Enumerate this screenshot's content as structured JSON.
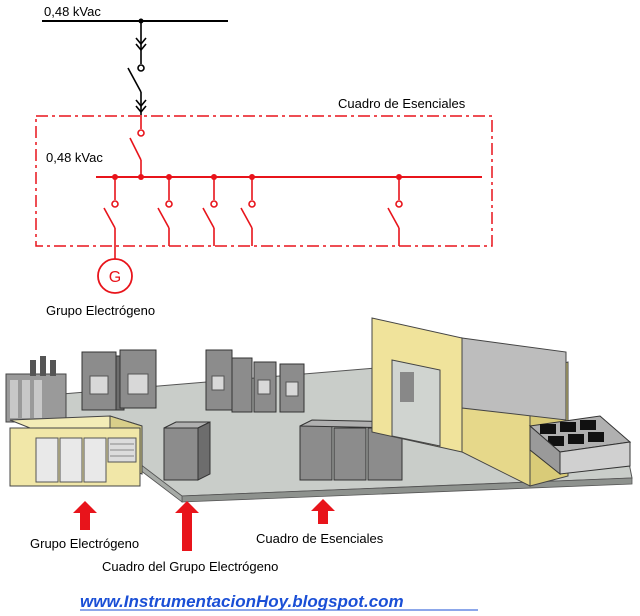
{
  "schematic": {
    "top_bus_voltage": "0,48 kVac",
    "panel_bus_voltage": "0,48 kVac",
    "panel_title": "Cuadro de Esenciales",
    "generator_symbol": "G",
    "generator_label": "Grupo Electrógeno"
  },
  "floor_plan": {
    "callouts": [
      {
        "label": "Grupo Electrógeno"
      },
      {
        "label": "Cuadro del Grupo Electrógeno"
      },
      {
        "label": "Cuadro de Esenciales"
      }
    ]
  },
  "footer": {
    "url": "www.InstrumentacionHoy.blogspot.com"
  },
  "colors": {
    "bus_red": "#e8141b",
    "floor": "#c8ccc8",
    "wall": "#efe39a",
    "cabinet": "#8a8a8a",
    "url": "#1a4fd6"
  }
}
